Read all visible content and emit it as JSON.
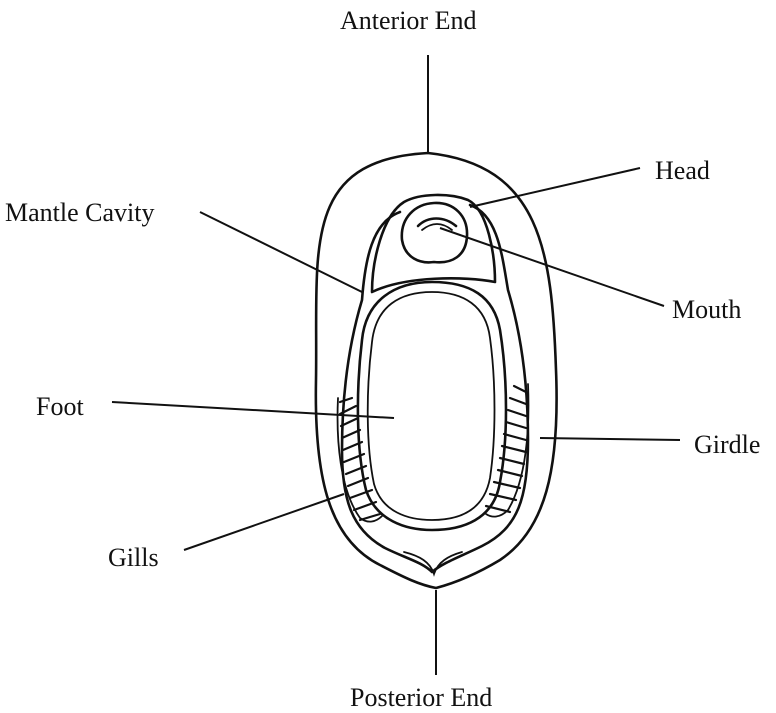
{
  "labels": {
    "anterior_end": "Anterior End",
    "head": "Head",
    "mantle_cavity": "Mantle Cavity",
    "mouth": "Mouth",
    "foot": "Foot",
    "girdle": "Girdle",
    "gills": "Gills",
    "posterior_end": "Posterior End"
  },
  "colors": {
    "ink": "#111111",
    "background": "#ffffff"
  }
}
